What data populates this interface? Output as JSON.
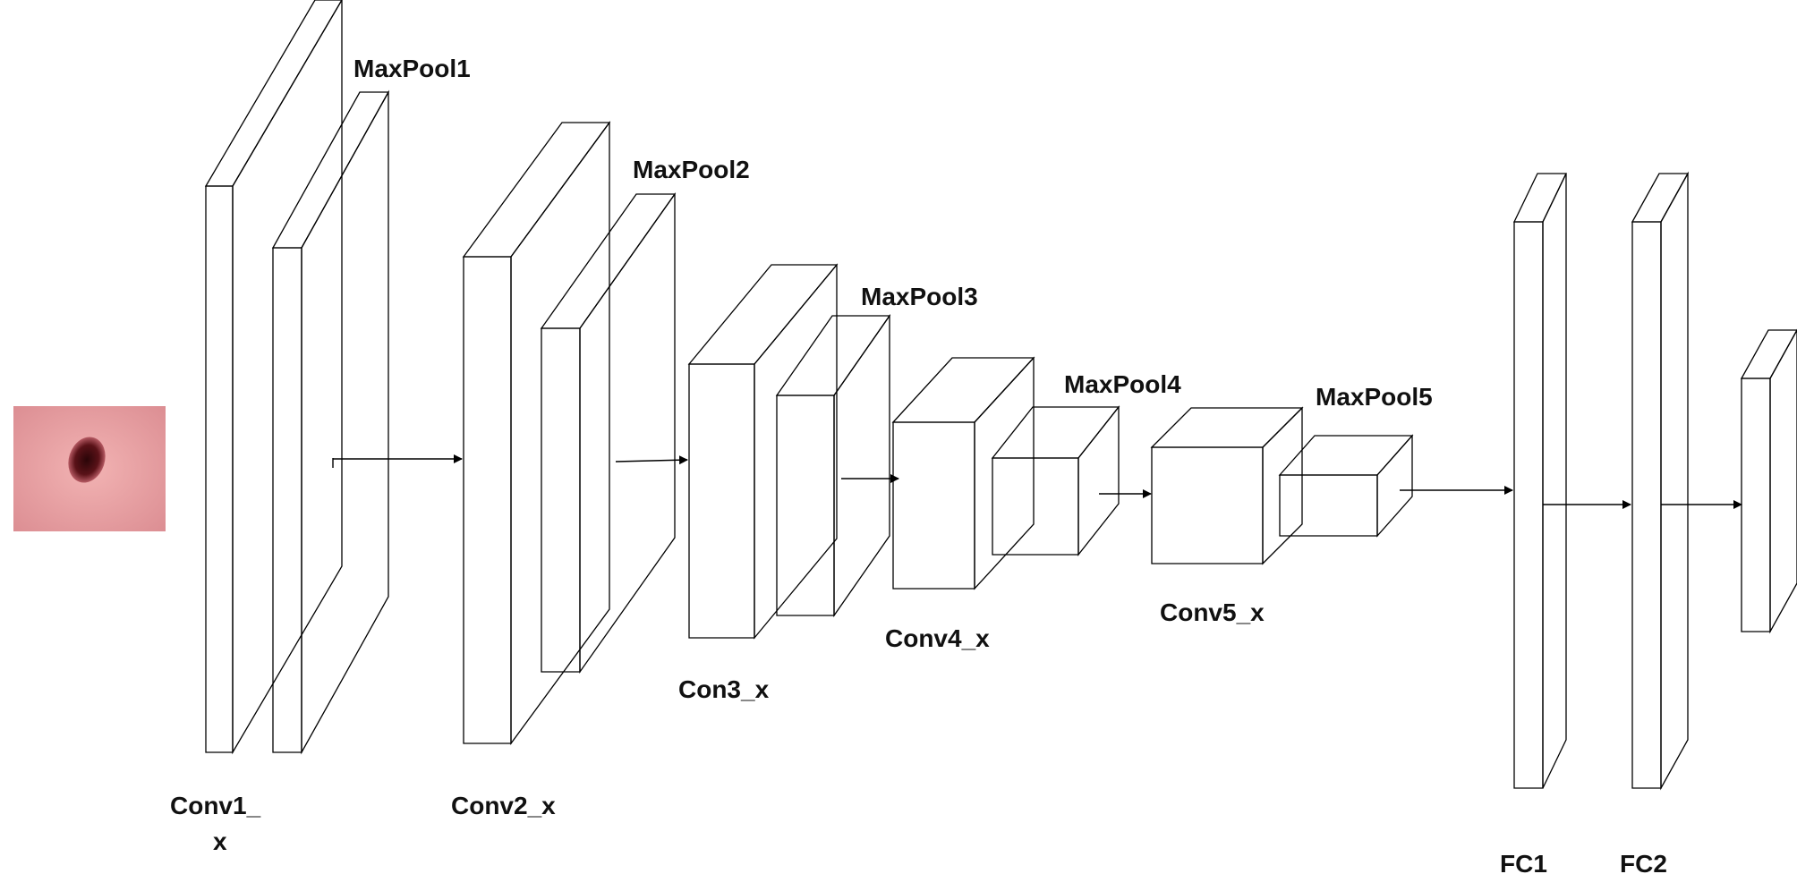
{
  "colors": {
    "conv": "#98d0de",
    "pool": "#fde2cf",
    "fc": "#255ea8",
    "output": "#8f78b0",
    "edge": "#000000",
    "arrow": "#000000",
    "text": "#111111"
  },
  "input_image": {
    "icon": "skin-lesion-image"
  },
  "layers": {
    "conv1": {
      "label": [
        "Conv1_",
        "x"
      ]
    },
    "pool1": {
      "label": [
        "MaxPool1"
      ]
    },
    "conv2": {
      "label": [
        "Conv2_x"
      ]
    },
    "pool2": {
      "label": [
        "MaxPool2"
      ]
    },
    "conv3": {
      "label": [
        "Con3_x"
      ]
    },
    "pool3": {
      "label": [
        "MaxPool3"
      ]
    },
    "conv4": {
      "label": [
        "Conv4_x"
      ]
    },
    "pool4": {
      "label": [
        "MaxPool4"
      ]
    },
    "conv5": {
      "label": [
        "Conv5_x"
      ]
    },
    "pool5": {
      "label": [
        "MaxPool5"
      ]
    },
    "fc1": {
      "label": [
        "FC1"
      ]
    },
    "fc2": {
      "label": [
        "FC2"
      ]
    },
    "output": {
      "label": []
    }
  }
}
